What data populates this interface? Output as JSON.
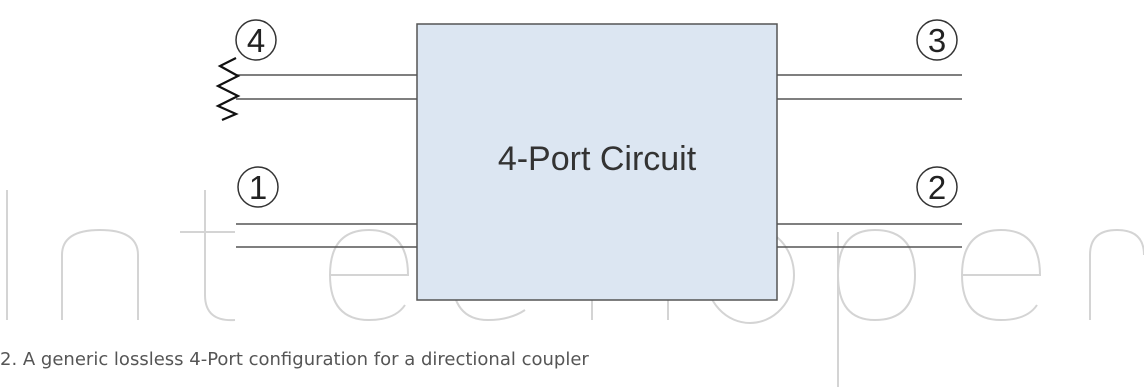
{
  "watermark": {
    "text": "IntechOpen",
    "color": "#d4d4d4"
  },
  "diagram": {
    "box_label": "4-Port Circuit",
    "box_fill": "#dce6f2",
    "line_color": "#555555",
    "ports": [
      {
        "id": "port-1",
        "label": "1",
        "side": "left"
      },
      {
        "id": "port-2",
        "label": "2",
        "side": "right"
      },
      {
        "id": "port-3",
        "label": "3",
        "side": "right"
      },
      {
        "id": "port-4",
        "label": "4",
        "side": "left",
        "terminated": true
      }
    ],
    "termination_icon": "resistor-zigzag-icon"
  },
  "caption": {
    "text": "2. A generic lossless 4-Port configuration for a directional coupler"
  }
}
